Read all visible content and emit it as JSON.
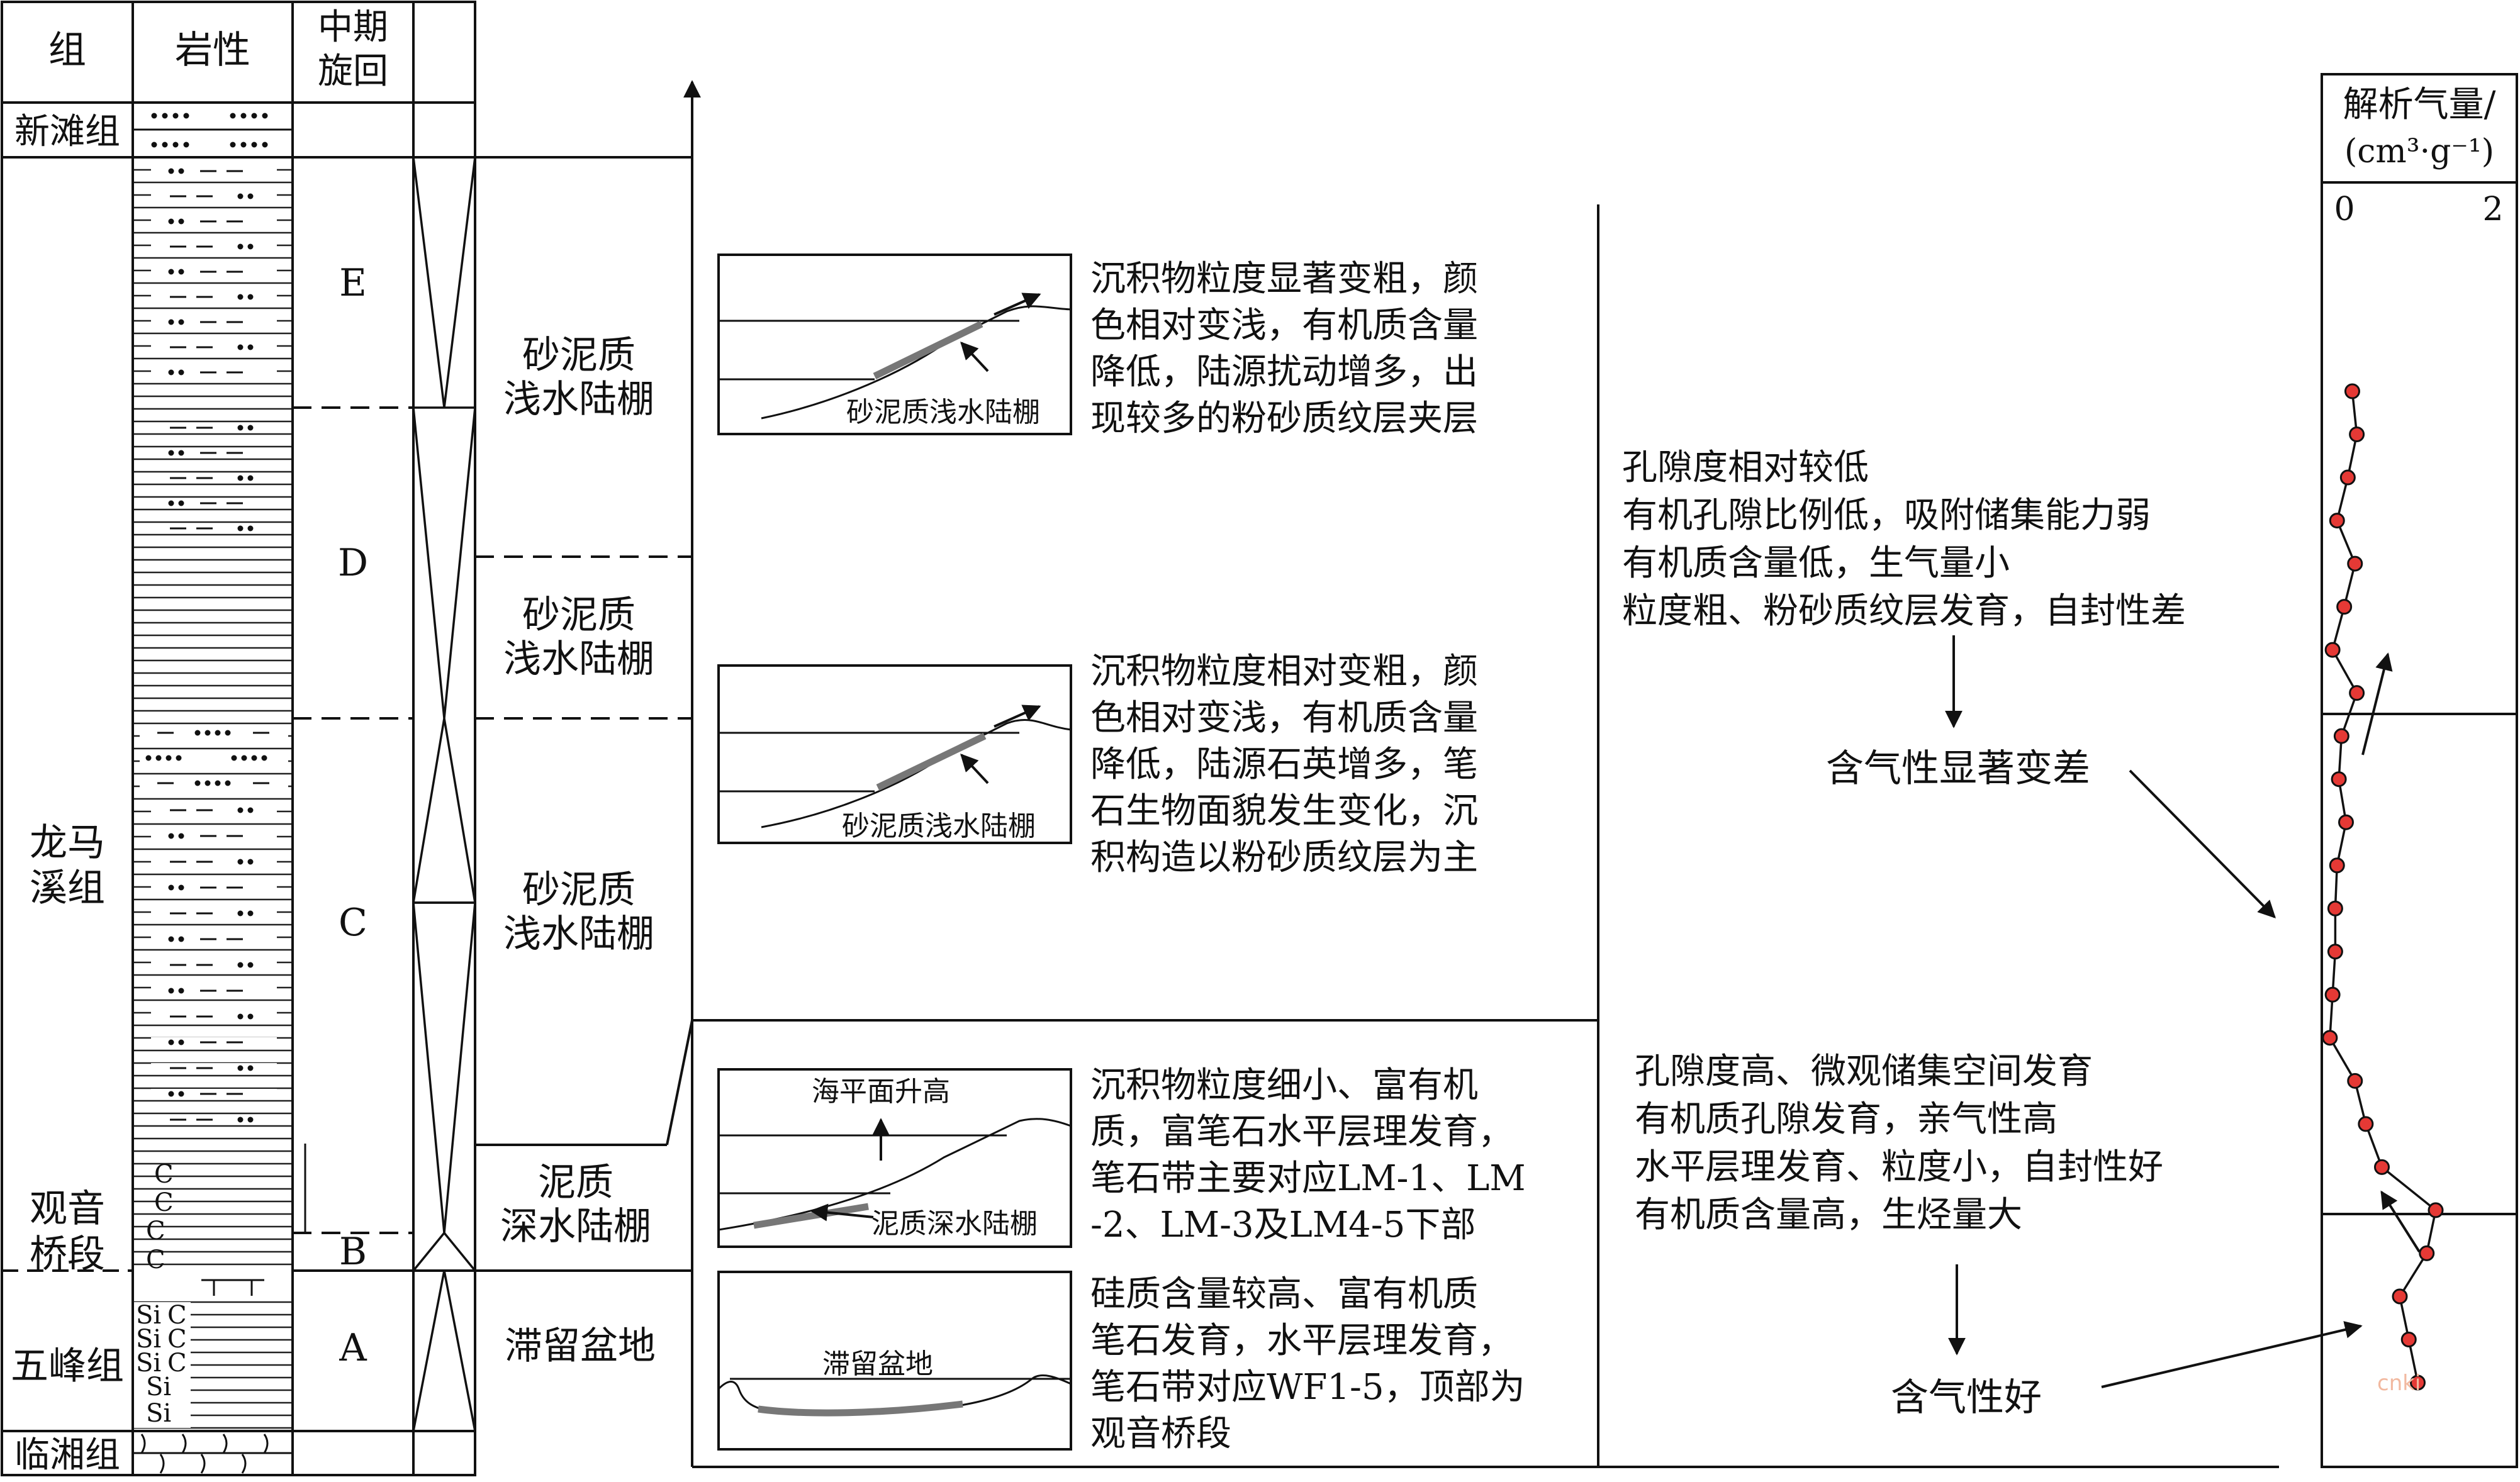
{
  "header": {
    "group": "组",
    "lithology": "岩性",
    "cycle_line1": "中期",
    "cycle_line2": "旋回"
  },
  "formations": {
    "xintan": "新滩组",
    "longmaxi_line1": "龙马",
    "longmaxi_line2": "溪组",
    "guanyinqiao_line1": "观音",
    "guanyinqiao_line2": "桥段",
    "wufeng": "五峰组",
    "linxiang": "临湘组"
  },
  "cycles": {
    "e": "E",
    "d": "D",
    "c": "C",
    "b": "B",
    "a": "A"
  },
  "lith_symbols": {
    "carbon": "C",
    "silica": "Si"
  },
  "facies": {
    "e_line1": "砂泥质",
    "e_line2": "浅水陆棚",
    "d_line1": "砂泥质",
    "d_line2": "浅水陆棚",
    "c_line1": "砂泥质",
    "c_line2": "浅水陆棚",
    "b_line1": "泥质",
    "b_line2": "深水陆棚",
    "a": "滞留盆地"
  },
  "sketches": {
    "upper_label": "砂泥质浅水陆棚",
    "middle_label": "砂泥质浅水陆棚",
    "lower_label": "泥质深水陆棚",
    "lower_sea_level": "海平面升高",
    "basin_label": "滞留盆地"
  },
  "descriptions": {
    "upper": [
      "沉积物粒度显著变粗，颜",
      "色相对变浅，有机质含量",
      "降低，陆源扰动增多，出",
      "现较多的粉砂质纹层夹层"
    ],
    "middle": [
      "沉积物粒度相对变粗，颜",
      "色相对变浅，有机质含量",
      "降低，陆源石英增多，笔",
      "石生物面貌发生变化，沉",
      "积构造以粉砂质纹层为主"
    ],
    "lower": [
      "沉积物粒度细小、富有机",
      "质，富笔石水平层理发育，",
      "笔石带主要对应LM-1、LM",
      "-2、LM-3及LM4-5下部"
    ],
    "basin": [
      "硅质含量较高、富有机质",
      "笔石发育，水平层理发育，",
      "笔石带对应WF1-5，顶部为",
      "观音桥段"
    ]
  },
  "reservoir": {
    "upper": [
      "孔隙度相对较低",
      "有机孔隙比例低，吸附储集能力弱",
      "有机质含量低，生气量小",
      "粒度粗、粉砂质纹层发育，自封性差"
    ],
    "upper_result": "含气性显著变差",
    "lower": [
      "孔隙度高、微观储集空间发育",
      "有机质孔隙发育，亲气性高",
      "水平层理发育、粒度小，自封性好",
      "有机质含量高，生烃量大"
    ],
    "lower_result": "含气性好"
  },
  "gas_panel": {
    "title_line1": "解析气量/",
    "title_line2": "(cm³·g⁻¹)",
    "axis_min_label": "0",
    "axis_max_label": "2"
  },
  "watermark": "cnki",
  "chart_data": {
    "type": "line",
    "title": "",
    "xlabel": "解析气量/(cm³·g⁻¹)",
    "ylabel": "",
    "xlim": [
      0,
      2
    ],
    "note_y": "sample order from top (depth index)",
    "x": [
      0.27,
      0.32,
      0.22,
      0.1,
      0.3,
      0.18,
      0.05,
      0.32,
      0.15,
      0.12,
      0.2,
      0.1,
      0.08,
      0.08,
      0.05,
      0.02,
      0.3,
      0.42,
      0.6,
      1.2,
      1.1,
      0.8,
      0.9,
      1.0
    ],
    "y": [
      1,
      2,
      3,
      4,
      5,
      6,
      7,
      8,
      9,
      10,
      11,
      12,
      13,
      14,
      15,
      16,
      17,
      18,
      19,
      20,
      21,
      22,
      23,
      24
    ]
  }
}
